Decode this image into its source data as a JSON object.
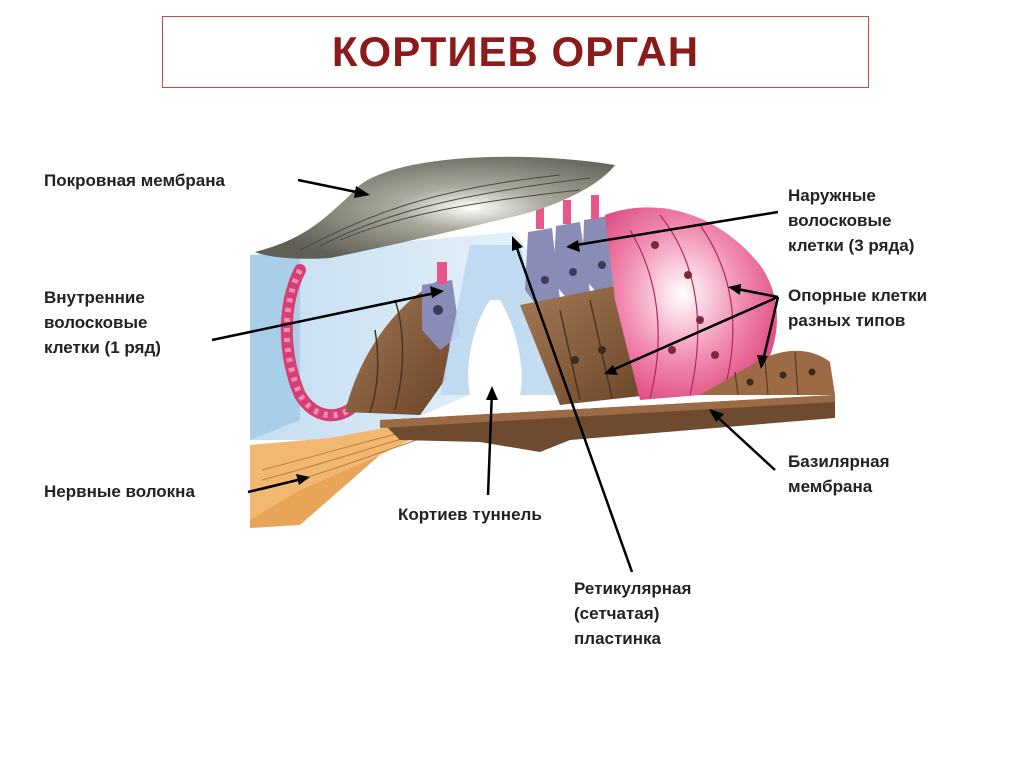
{
  "title": "КОРТИЕВ ОРГАН",
  "labels": {
    "tectorial": "Покровная мембрана",
    "inner_hair": "Внутренние\nволосковые\nклетки (1 ряд)",
    "nerve": "Нервные волокна",
    "tunnel": "Кортиев туннель",
    "reticular": "Ретикулярная\n(сетчатая)\nпластинка",
    "basilar": "Базилярная\nмембрана",
    "supporting": "Опорные клетки\nразных типов",
    "outer_hair": "Наружные\nволосковые\nклетки (3 ряда)"
  },
  "colors": {
    "title": "#8b1a1a",
    "title_border": "#c44a4a",
    "membrane_gray": "#7d7d70",
    "cells_brown": "#8a5e3c",
    "hensen_pink": "#e8558a",
    "endolymph_blue": "#cfe3f2",
    "nerve_orange": "#f0b070"
  }
}
